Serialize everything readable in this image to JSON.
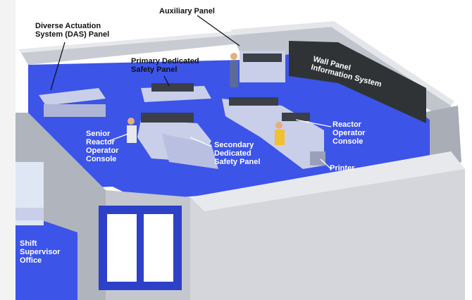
{
  "labels": {
    "das_panel": "Diverse Actuation\nSystem (DAS) Panel",
    "auxiliary_panel": "Auxiliary Panel",
    "primary_safety_panel": "Primary Dedicated\nSafety Panel",
    "wall_panel": "Wall Panel\nInformation System",
    "senior_console": "Senior\nReactor\nOperator\nConsole",
    "secondary_safety_panel": "Secondary\nDedicated\nSafety Panel",
    "reactor_console": "Reactor\nOperator\nConsole",
    "printer": "Printer",
    "shift_supervisor": "Shift\nSupervisor\nOffice"
  },
  "colors": {
    "floor": "#3c54e8",
    "wall_gray": "#b9bcc4",
    "wall_dark": "#8e929c",
    "console": "#c9cfe8",
    "wall_panel": "#2f3336",
    "door": "#2c40c8"
  }
}
